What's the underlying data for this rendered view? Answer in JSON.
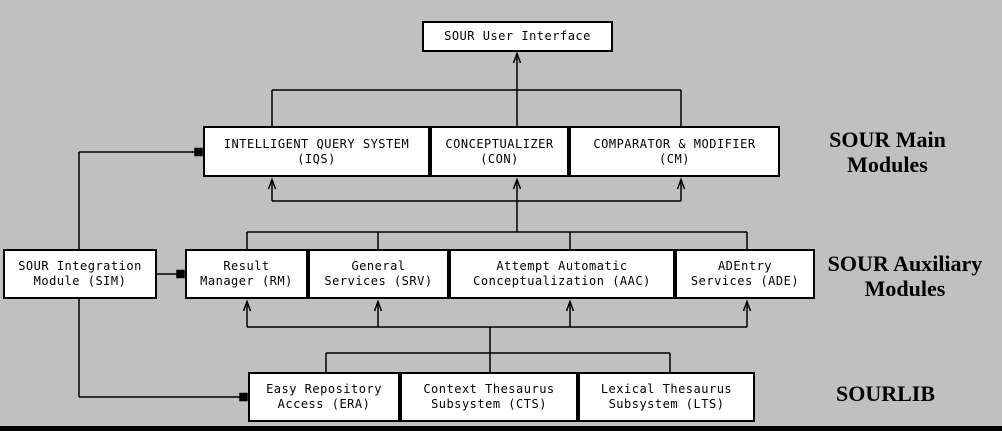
{
  "diagram": {
    "title_box": {
      "label": "SOUR User Interface"
    },
    "main_modules": [
      {
        "line1": "INTELLIGENT QUERY SYSTEM",
        "line2": "(IQS)"
      },
      {
        "line1": "CONCEPTUALIZER",
        "line2": "(CON)"
      },
      {
        "line1": "COMPARATOR & MODIFIER",
        "line2": "(CM)"
      }
    ],
    "integration_module": {
      "line1": "SOUR Integration",
      "line2": "Module (SIM)"
    },
    "auxiliary_modules": [
      {
        "line1": "Result",
        "line2": "Manager (RM)"
      },
      {
        "line1": "General",
        "line2": "Services (SRV)"
      },
      {
        "line1": "Attempt Automatic",
        "line2": "Conceptualization (AAC)"
      },
      {
        "line1": "ADEntry",
        "line2": "Services (ADE)"
      }
    ],
    "sourlib_modules": [
      {
        "line1": "Easy Repository",
        "line2": "Access (ERA)"
      },
      {
        "line1": "Context Thesaurus",
        "line2": "Subsystem (CTS)"
      },
      {
        "line1": "Lexical Thesaurus",
        "line2": "Subsystem (LTS)"
      }
    ],
    "group_labels": {
      "main": {
        "line1": "SOUR Main",
        "line2": "Modules"
      },
      "aux": {
        "line1": "SOUR Auxiliary",
        "line2": "Modules"
      },
      "sourlib": {
        "line1": "SOURLIB"
      }
    },
    "colors": {
      "background": "#c0c0c0",
      "box_fill": "#ffffff",
      "line": "#000000",
      "text": "#000000"
    }
  }
}
